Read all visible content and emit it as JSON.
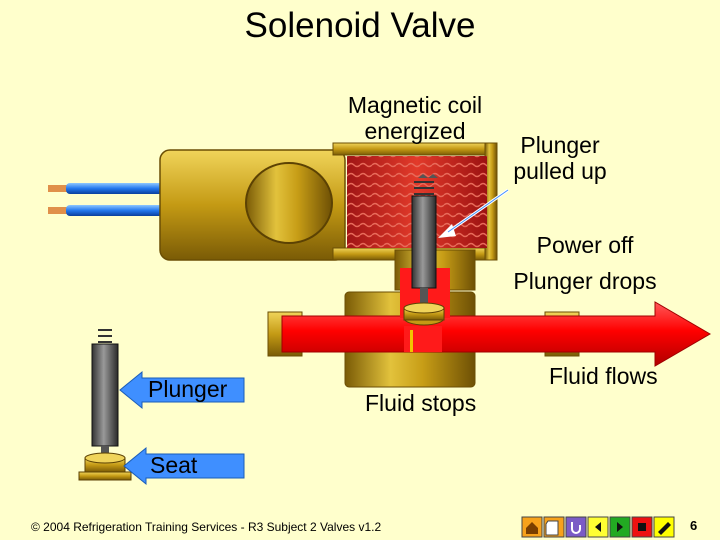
{
  "title": "Solenoid Valve",
  "labels": {
    "coil_line1": "Magnetic coil",
    "coil_line2": "energized",
    "pulled_line1": "Plunger",
    "pulled_line2": "pulled up",
    "drops_line1": "Power off",
    "drops_line2": "Plunger drops",
    "fluid_flows": "Fluid flows",
    "fluid_stops": "Fluid stops",
    "plunger": "Plunger",
    "seat": "Seat"
  },
  "footer": {
    "copyright": "© 2004 Refrigeration Training Services - R3 Subject 2 Valves v1.2",
    "page_number": "6"
  },
  "nav_buttons": [
    {
      "name": "home-icon",
      "color": "#f7a21b"
    },
    {
      "name": "document-icon",
      "color": "#f7a21b"
    },
    {
      "name": "return-icon",
      "color": "#7b5cc6"
    },
    {
      "name": "back-icon",
      "color": "#ffff33"
    },
    {
      "name": "forward-icon",
      "color": "#22aa22"
    },
    {
      "name": "stop-icon",
      "color": "#ee1111"
    },
    {
      "name": "pencil-icon",
      "color": "#ffff00"
    }
  ],
  "colors": {
    "background": "#ffffcc",
    "brass": "#c9a11a",
    "coil": "#cc2222",
    "fluid": "#ff1a1a",
    "pointer": "#3f8fff"
  }
}
